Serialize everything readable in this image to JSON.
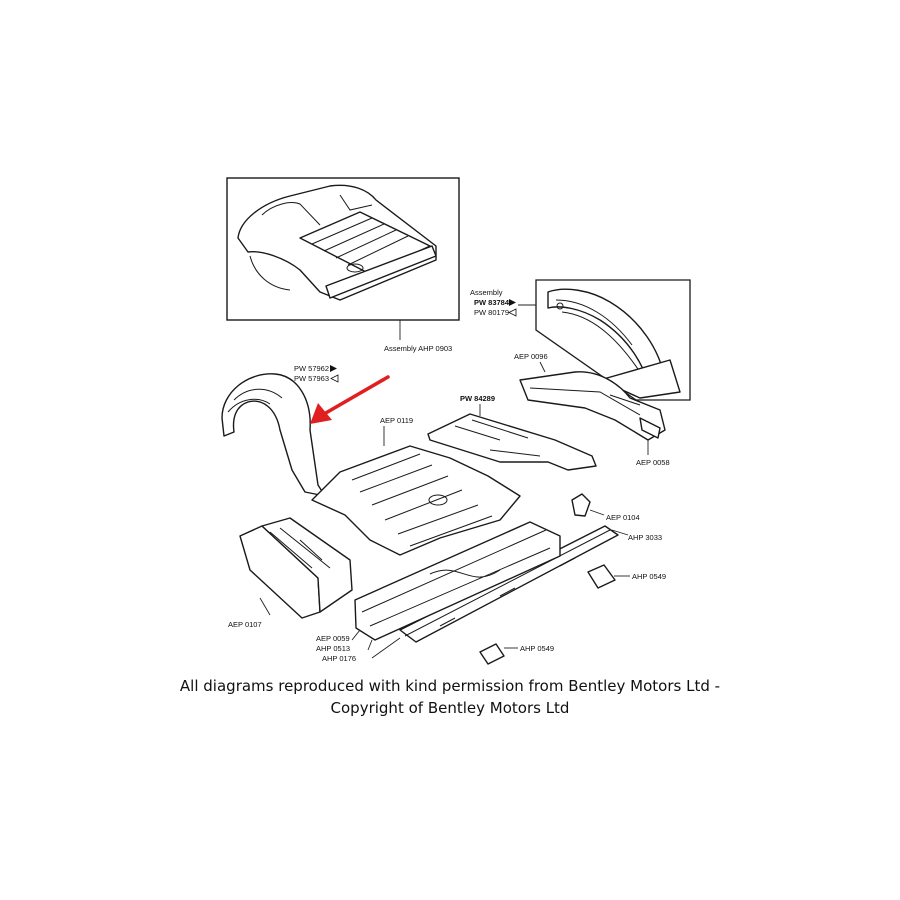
{
  "labels": {
    "assembly_top": "Assembly  AHP 0903",
    "assembly_right_title": "Assembly",
    "pw_83784": "PW 83784",
    "pw_80179": "PW 80179",
    "pw_57962": "PW 57962",
    "pw_57963": "PW 57963",
    "aep_0096": "AEP 0096",
    "pw_84289": "PW 84289",
    "aep_0119": "AEP 0119",
    "aep_0058": "AEP 0058",
    "aep_0104": "AEP 0104",
    "ahp_3033": "AHP 3033",
    "ahp_0549_right": "AHP 0549",
    "aep_0107": "AEP 0107",
    "aep_0059": "AEP 0059",
    "ahp_0513": "AHP  0513",
    "ahp_0176": "AHP  0176",
    "ahp_0549_bottom": "AHP 0549"
  },
  "caption": {
    "line1": "All diagrams reproduced with kind permission from Bentley Motors Ltd -",
    "line2": "Copyright of Bentley Motors Ltd"
  },
  "colors": {
    "arrow": "#e02020",
    "ink": "#1a1a1a"
  }
}
